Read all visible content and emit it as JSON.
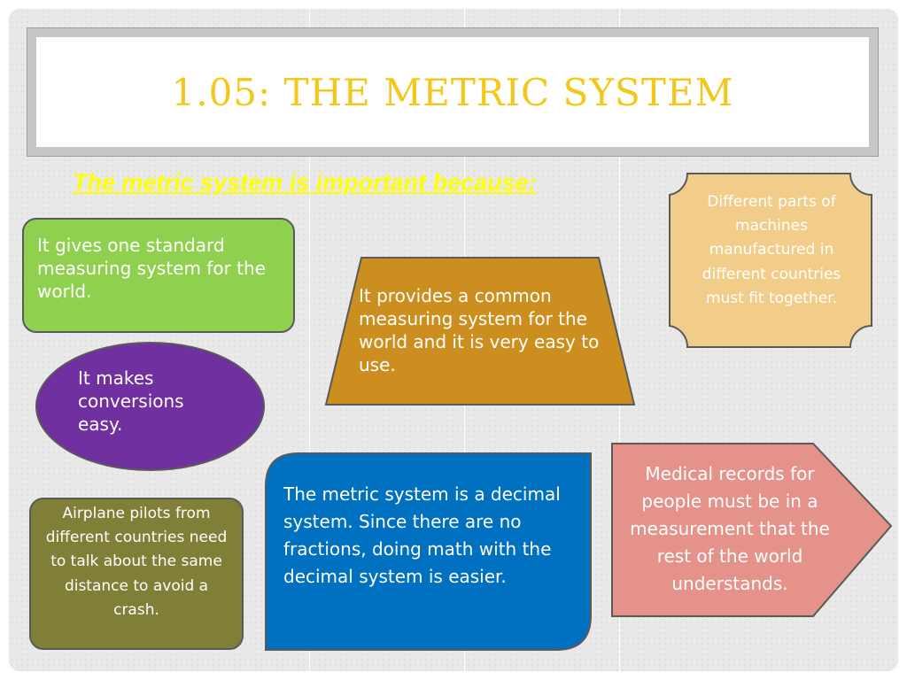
{
  "slide": {
    "title": "1.05: The metric system",
    "intro": "The metric system is important because:",
    "boxes": {
      "standard": "It gives one standard measuring system for the world.",
      "conversions": "It makes conversions easy.",
      "pilots": "Airplane pilots from different countries need to talk about the same distance to avoid a crash.",
      "common": "It provides a common measuring system for the world and it is very easy to use.",
      "decimal": "The metric system is a decimal system. Since there are no fractions, doing math with the decimal system is easier.",
      "machines": "Different parts of machines manufactured in different countries must fit together.",
      "medical": "Medical records for people must be in a measurement that the rest of the world understands."
    }
  },
  "colors": {
    "title": "#f5c71a",
    "intro": "#ffff00",
    "green": "#8fd14f",
    "purple": "#7030a0",
    "olive": "#7f7f38",
    "gold": "#cc8f1f",
    "blue": "#0070c0",
    "tan": "#f2cd8a",
    "salmon": "#e4928a"
  }
}
